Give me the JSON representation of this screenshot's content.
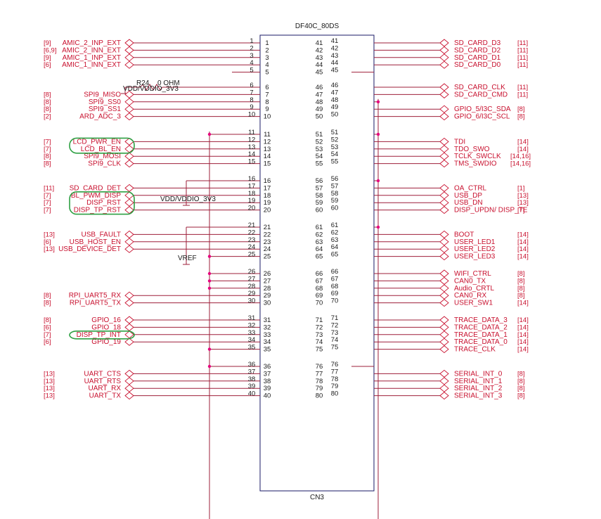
{
  "component": {
    "part": "DF40C_80DS",
    "designator": "CN3"
  },
  "power_labels": {
    "vddio_top": "VDD/VDDIO_3V3",
    "vddio_mid": "VDD/VDDIO_3V3",
    "vref": "VREF",
    "resistor_ref": "R24",
    "resistor_value": "0 OHM"
  },
  "left_pins": [
    {
      "pin": 1,
      "net": "AMIC_2_INP_EXT",
      "ref": "[9]"
    },
    {
      "pin": 2,
      "net": "AMIC_2_INN_EXT",
      "ref": "[6,9]"
    },
    {
      "pin": 3,
      "net": "AMIC_1_INP_EXT",
      "ref": "[9]"
    },
    {
      "pin": 4,
      "net": "AMIC_1_INN_EXT",
      "ref": "[6]"
    },
    {
      "pin": 5,
      "net": "",
      "ref": ""
    },
    {
      "pin": 6,
      "net": "",
      "ref": ""
    },
    {
      "pin": 7,
      "net": "SPI9_MISO",
      "ref": "[8]"
    },
    {
      "pin": 8,
      "net": "SPI9_SS0",
      "ref": "[8]"
    },
    {
      "pin": 9,
      "net": "SPI9_SS1",
      "ref": "[8]"
    },
    {
      "pin": 10,
      "net": "ARD_ADC_3",
      "ref": "[2]"
    },
    {
      "pin": 11,
      "net": "",
      "ref": ""
    },
    {
      "pin": 12,
      "net": "LCD_PWR_EN",
      "ref": "[7]"
    },
    {
      "pin": 13,
      "net": "LCD_BL_EN",
      "ref": "[7]"
    },
    {
      "pin": 14,
      "net": "SPI9_MOSI",
      "ref": "[8]"
    },
    {
      "pin": 15,
      "net": "SPI9_CLK",
      "ref": "[8]"
    },
    {
      "pin": 16,
      "net": "",
      "ref": ""
    },
    {
      "pin": 17,
      "net": "SD_CARD_DET",
      "ref": "[11]"
    },
    {
      "pin": 18,
      "net": "BL_PWM_DISP",
      "ref": "[7]"
    },
    {
      "pin": 19,
      "net": "DISP_RST",
      "ref": "[7]"
    },
    {
      "pin": 20,
      "net": "DISP_TP_RST",
      "ref": "[7]"
    },
    {
      "pin": 21,
      "net": "",
      "ref": ""
    },
    {
      "pin": 22,
      "net": "USB_FAULT",
      "ref": "[13]"
    },
    {
      "pin": 23,
      "net": "USB_HOST_EN",
      "ref": "[6]"
    },
    {
      "pin": 24,
      "net": "USB_DEVICE_DET",
      "ref": "[13]"
    },
    {
      "pin": 25,
      "net": "",
      "ref": ""
    },
    {
      "pin": 26,
      "net": "",
      "ref": ""
    },
    {
      "pin": 27,
      "net": "",
      "ref": ""
    },
    {
      "pin": 28,
      "net": "",
      "ref": ""
    },
    {
      "pin": 29,
      "net": "RPI_UART5_RX",
      "ref": "[8]"
    },
    {
      "pin": 30,
      "net": "RPI_UART5_TX",
      "ref": "[8]"
    },
    {
      "pin": 31,
      "net": "GPIO_16",
      "ref": "[8]"
    },
    {
      "pin": 32,
      "net": "GPIO_18",
      "ref": "[6]"
    },
    {
      "pin": 33,
      "net": "DISP_TP_INT",
      "ref": "[7]"
    },
    {
      "pin": 34,
      "net": "GPIO_19",
      "ref": "[6]"
    },
    {
      "pin": 35,
      "net": "",
      "ref": ""
    },
    {
      "pin": 36,
      "net": "",
      "ref": ""
    },
    {
      "pin": 37,
      "net": "UART_CTS",
      "ref": "[13]"
    },
    {
      "pin": 38,
      "net": "UART_RTS",
      "ref": "[13]"
    },
    {
      "pin": 39,
      "net": "UART_RX",
      "ref": "[13]"
    },
    {
      "pin": 40,
      "net": "UART_TX",
      "ref": "[13]"
    }
  ],
  "right_pins": [
    {
      "pin": 41,
      "net": "SD_CARD_D3",
      "ref": "[11]"
    },
    {
      "pin": 42,
      "net": "SD_CARD_D2",
      "ref": "[11]"
    },
    {
      "pin": 43,
      "net": "SD_CARD_D1",
      "ref": "[11]"
    },
    {
      "pin": 44,
      "net": "SD_CARD_D0",
      "ref": "[11]"
    },
    {
      "pin": 45,
      "net": "",
      "ref": ""
    },
    {
      "pin": 46,
      "net": "SD_CARD_CLK",
      "ref": "[11]"
    },
    {
      "pin": 47,
      "net": "SD_CARD_CMD",
      "ref": "[11]"
    },
    {
      "pin": 48,
      "net": "",
      "ref": ""
    },
    {
      "pin": 49,
      "net": "GPIO_5/I3C_SDA",
      "ref": "[8]"
    },
    {
      "pin": 50,
      "net": "GPIO_6/I3C_SCL",
      "ref": "[8]"
    },
    {
      "pin": 51,
      "net": "",
      "ref": ""
    },
    {
      "pin": 52,
      "net": "TDI",
      "ref": "[14]"
    },
    {
      "pin": 53,
      "net": "TDO_SWO",
      "ref": "[14]"
    },
    {
      "pin": 54,
      "net": "TCLK_SWCLK",
      "ref": "[14,16]"
    },
    {
      "pin": 55,
      "net": "TMS_SWDIO",
      "ref": "[14,16]"
    },
    {
      "pin": 56,
      "net": "",
      "ref": ""
    },
    {
      "pin": 57,
      "net": "OA_CTRL",
      "ref": "[1]"
    },
    {
      "pin": 58,
      "net": "USB_DP",
      "ref": "[13]"
    },
    {
      "pin": 59,
      "net": "USB_DN",
      "ref": "[13]"
    },
    {
      "pin": 60,
      "net": "DISP_UPDN/ DISP_TE",
      "ref": "[7]"
    },
    {
      "pin": 61,
      "net": "",
      "ref": ""
    },
    {
      "pin": 62,
      "net": "BOOT",
      "ref": "[14]"
    },
    {
      "pin": 63,
      "net": "USER_LED1",
      "ref": "[14]"
    },
    {
      "pin": 64,
      "net": "USER_LED2",
      "ref": "[14]"
    },
    {
      "pin": 65,
      "net": "USER_LED3",
      "ref": "[14]"
    },
    {
      "pin": 66,
      "net": "WIFI_CTRL",
      "ref": "[8]"
    },
    {
      "pin": 67,
      "net": "CAN0_TX",
      "ref": "[8]"
    },
    {
      "pin": 68,
      "net": "Audio_CRTL",
      "ref": "[8]"
    },
    {
      "pin": 69,
      "net": "CAN0_RX",
      "ref": "[8]"
    },
    {
      "pin": 70,
      "net": "USER_SW1",
      "ref": "[14]"
    },
    {
      "pin": 71,
      "net": "TRACE_DATA_3",
      "ref": "[14]"
    },
    {
      "pin": 72,
      "net": "TRACE_DATA_2",
      "ref": "[14]"
    },
    {
      "pin": 73,
      "net": "TRACE_DATA_1",
      "ref": "[14]"
    },
    {
      "pin": 74,
      "net": "TRACE_DATA_0",
      "ref": "[14]"
    },
    {
      "pin": 75,
      "net": "TRACE_CLK",
      "ref": "[14]"
    },
    {
      "pin": 76,
      "net": "",
      "ref": ""
    },
    {
      "pin": 77,
      "net": "SERIAL_INT_0",
      "ref": "[8]"
    },
    {
      "pin": 78,
      "net": "SERIAL_INT_1",
      "ref": "[8]"
    },
    {
      "pin": 79,
      "net": "SERIAL_INT_2",
      "ref": "[8]"
    },
    {
      "pin": 80,
      "net": "SERIAL_INT_3",
      "ref": "[8]"
    }
  ],
  "highlighted_nets": [
    "LCD_PWR_EN",
    "LCD_BL_EN",
    "BL_PWM_DISP",
    "DISP_RST",
    "DISP_TP_RST",
    "DISP_TP_INT"
  ]
}
